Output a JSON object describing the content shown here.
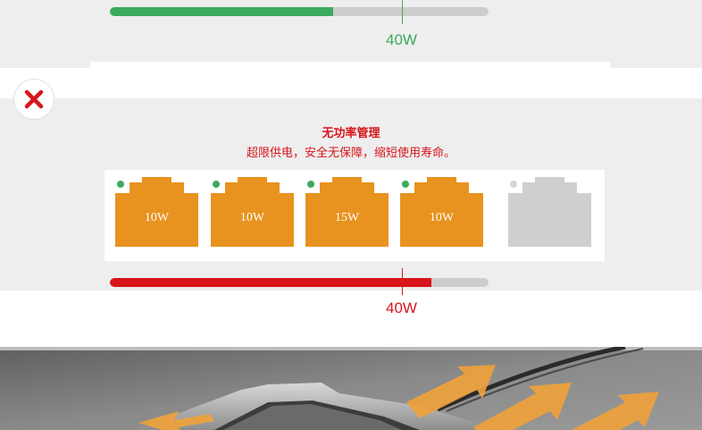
{
  "top_panel": {
    "load_fraction": 0.59,
    "limit_label": "40W",
    "bar_color": "#3caa5c",
    "label_color": "#3caa5c"
  },
  "bottom_panel": {
    "status_icon": "red-x-icon",
    "title": "无功率管理",
    "subtitle": "超限供电，安全无保障，缩短使用寿命。",
    "text_color": "#d7151b",
    "load_fraction": 0.85,
    "limit_label": "40W",
    "bar_color": "#d7151b",
    "label_color": "#d7151b",
    "ports": [
      {
        "label": "10W",
        "active": true
      },
      {
        "label": "10W",
        "active": true
      },
      {
        "label": "15W",
        "active": true
      },
      {
        "label": "10W",
        "active": true
      },
      {
        "label": "",
        "active": false
      }
    ],
    "port_active_color": "#e8931f",
    "port_idle_color": "#cfcfcf",
    "led_on_color": "#3caa5c",
    "led_off_color": "#d6d6d6"
  },
  "photo": {
    "description_icon": "switch-device-with-heat-arrows-icon",
    "arrow_color": "#f0a23a"
  }
}
